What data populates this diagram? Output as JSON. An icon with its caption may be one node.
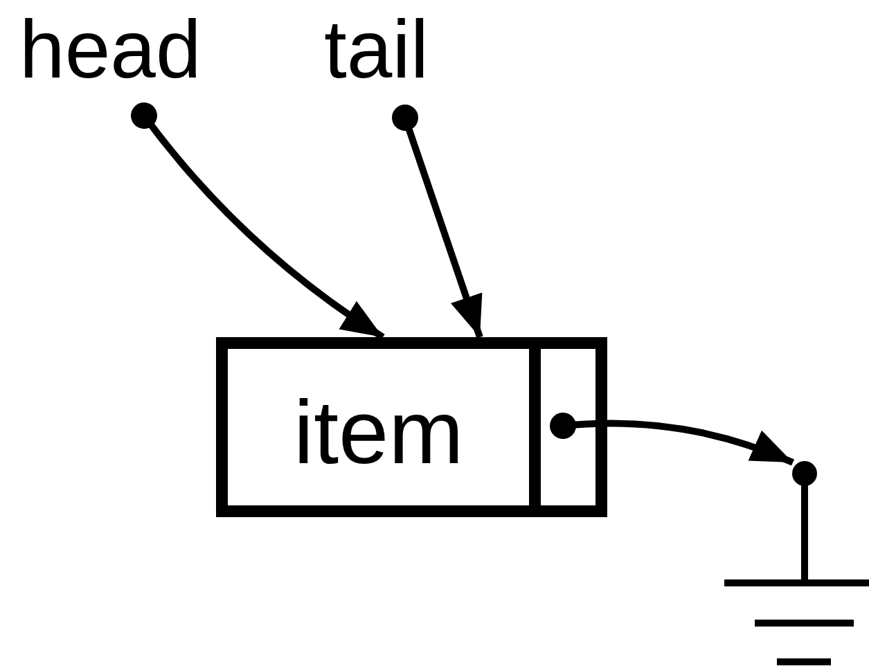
{
  "diagram": {
    "nodes": [
      {
        "text": [
          "head"
        ]
      },
      {
        "text": [
          "tail"
        ]
      },
      {
        "text": [
          "item"
        ]
      },
      {
        "text": [],
        "shape": "box",
        "in": 2
      },
      {
        "text": [],
        "shape": "picture"
      }
    ],
    "edges": [
      {
        "from": 0,
        "to": 2,
        "arrow": "to"
      },
      {
        "from": 1,
        "to": 2,
        "arrow": "to"
      },
      {
        "from": 3,
        "to": 4,
        "arrow": "to"
      }
    ]
  }
}
